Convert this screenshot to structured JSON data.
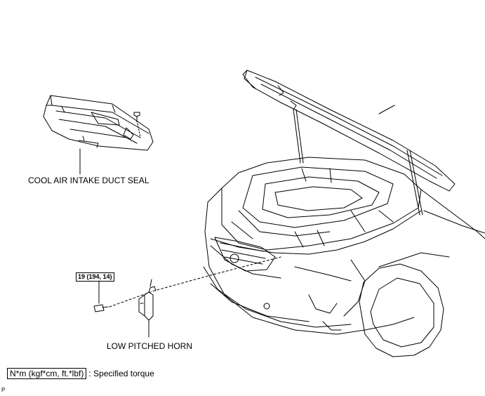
{
  "labels": {
    "cool_air_intake_duct_seal": "COOL AIR INTAKE DUCT SEAL",
    "low_pitched_horn": "LOW PITCHED HORN"
  },
  "torque": {
    "value": "19 (194, 14)"
  },
  "legend": {
    "unit": "N*m (kgf*cm, ft.*lbf)",
    "separator": ":",
    "description": "Specified torque"
  },
  "corner_code": "P"
}
